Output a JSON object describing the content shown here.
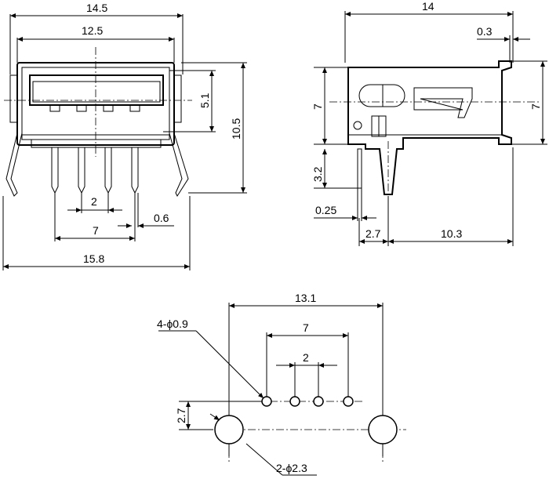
{
  "front_view": {
    "overall_width": "14.5",
    "opening_width": "12.5",
    "opening_height": "5.1",
    "total_height": "10.5",
    "pin_pitch": "2",
    "pin_span": "7",
    "pin_width": "0.6",
    "lead_span": "15.8"
  },
  "side_view": {
    "length": "14",
    "shell_thickness": "0.3",
    "height_left": "7",
    "height_right": "7",
    "pin_length": "3.2",
    "pin_thickness": "0.25",
    "pin_offset": "2.7",
    "body_depth": "10.3"
  },
  "pcb_layout": {
    "overall_span": "13.1",
    "pad_span": "7",
    "pad_pitch": "2",
    "row_offset": "2.7",
    "small_hole_note": "4-ϕ0.9",
    "large_hole_note": "2-ϕ2.3"
  }
}
